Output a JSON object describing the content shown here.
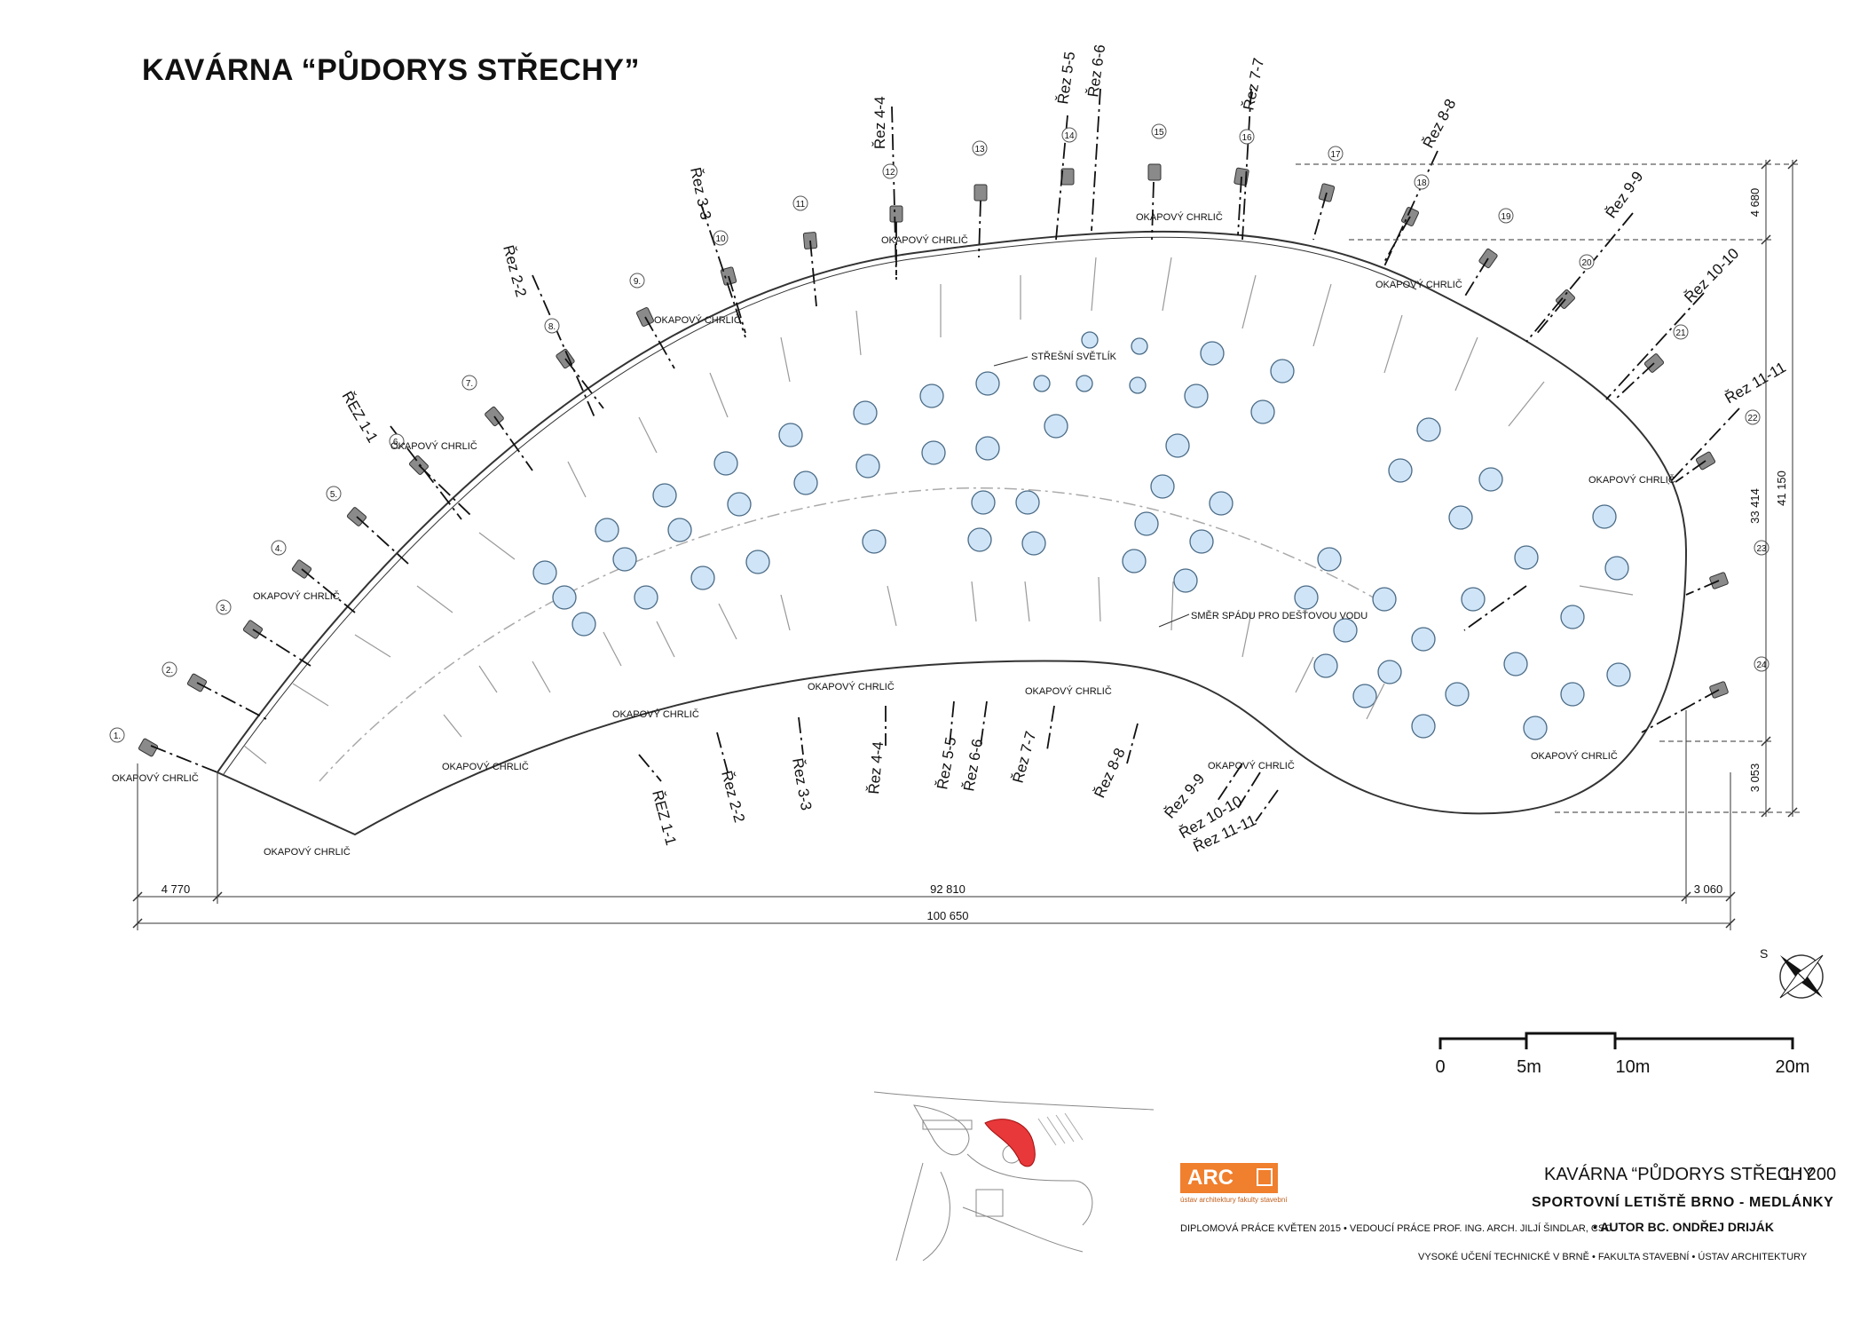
{
  "title": "KAVÁRNA “PŮDORYS STŘECHY”",
  "labels": {
    "okapovy": "OKAPOVÝ CHRLIČ",
    "svetlik": "STŘEŠNÍ SVĚTLÍK",
    "smer": "SMĚR SPÁDU PRO DEŠŤOVOU VODU"
  },
  "sections_top": [
    "ŘEZ 1-1",
    "Řez 2-2",
    "Řez 3-3",
    "Řez 4-4",
    "Řez 5-5",
    "Řez 6-6",
    "Řez 7-7",
    "Řez 8-8",
    "Řez 9-9",
    "Řez 10-10",
    "Řez 11-11"
  ],
  "sections_bottom": [
    "ŘEZ 1-1",
    "Řez 2-2",
    "Řez 3-3",
    "Řez 4-4",
    "Řez 5-5",
    "Řez 6-6",
    "Řez 7-7",
    "Řez 8-8",
    "Řez 9-9",
    "Řez 10-10",
    "Řez 11-11"
  ],
  "gargoyles": [
    "1.",
    "2.",
    "3.",
    "4.",
    "5.",
    "6.",
    "7.",
    "8.",
    "9.",
    "10",
    "11",
    "12",
    "13",
    "14",
    "15",
    "16",
    "17",
    "18",
    "19",
    "20",
    "21",
    "22",
    "23",
    "24"
  ],
  "dimensions": {
    "left": "4 770",
    "middle": "92 810",
    "right": "3 060",
    "total": "100 650",
    "v_top": "4 680",
    "v_mid": "33 414",
    "v_bottom": "3 053",
    "v_total": "41 150"
  },
  "compass": "S",
  "scale_bar": [
    "0",
    "5m",
    "10m",
    "20m"
  ],
  "title_block": {
    "drawing": "KAVÁRNA “PŮDORYS STŘECHY",
    "scale": "1 : 200",
    "project": "SPORTOVNÍ LETIŠTĚ BRNO - MEDLÁNKY",
    "line1": "DIPLOMOVÁ PRÁCE KVĚTEN 2015 • VEDOUCÍ PRÁCE  PROF. ING. ARCH. JILJÍ ŠINDLAR, CSC.",
    "author": "• AUTOR  BC. ONDŘEJ DRIJÁK",
    "school": "VYSOKÉ UČENÍ TECHNICKÉ V BRNĚ  •  FAKULTA STAVEBNÍ  •  ÚSTAV ARCHITEKTURY",
    "logo": "ARC",
    "logo_sub": "ústav architektury fakulty stavební"
  },
  "colors": {
    "skylight": "#cfe5f7",
    "highlight": "#e8383a",
    "logo": "#f07f2e"
  }
}
